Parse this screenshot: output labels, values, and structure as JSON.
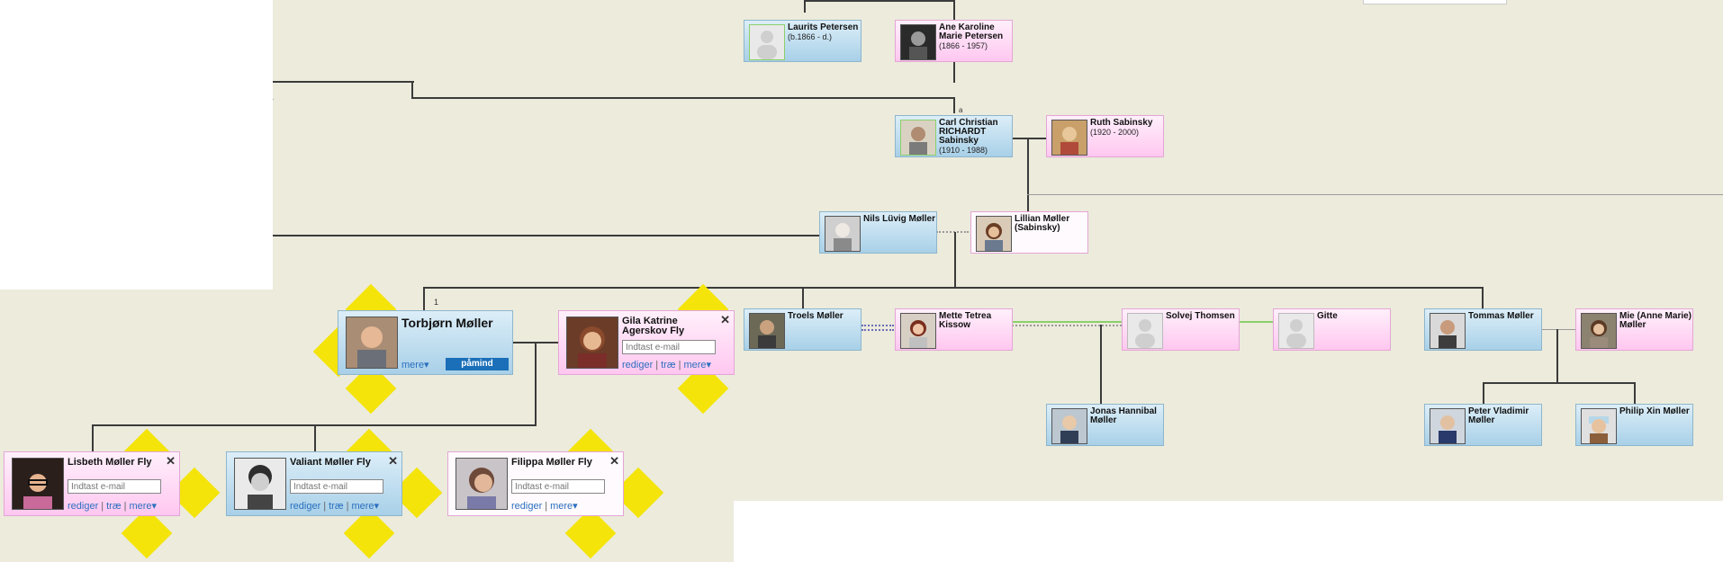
{
  "page_label": "1",
  "couple_label": "a",
  "people": {
    "laurits": {
      "name": "Laurits Petersen",
      "dates": "(b.1866 - d.)"
    },
    "ane": {
      "name": "Ane Karoline Marie Petersen",
      "dates": "(1866 - 1957)"
    },
    "carl": {
      "name": "Carl Christian RICHARDT Sabinsky",
      "dates": "(1910 - 1988)"
    },
    "ruth": {
      "name": "Ruth Sabinsky",
      "dates": "(1920 - 2000)"
    },
    "nils": {
      "name": "Nils Lüvig Møller"
    },
    "lillian": {
      "name": "Lillian Møller (Sabinsky)"
    },
    "troels": {
      "name": "Troels Møller"
    },
    "mette": {
      "name": "Mette Tetrea Kissow"
    },
    "solvej": {
      "name": "Solvej Thomsen"
    },
    "gitte": {
      "name": "Gitte"
    },
    "tommas": {
      "name": "Tommas Møller"
    },
    "mie": {
      "name": "Mie (Anne Marie) Møller"
    },
    "jonas": {
      "name": "Jonas Hannibal Møller"
    },
    "peter": {
      "name": "Peter Vladimir Møller"
    },
    "philip": {
      "name": "Philip Xin Møller"
    },
    "torbjorn": {
      "name": "Torbjørn Møller",
      "more": "mere▾",
      "remind": "påmind"
    },
    "gila": {
      "name": "Gila Katrine Agerskov Fly",
      "email_placeholder": "Indtast e-mail",
      "edit": "rediger",
      "tree": "træ",
      "more": "mere▾"
    },
    "lisbeth": {
      "name": "Lisbeth Møller Fly",
      "email_placeholder": "Indtast e-mail",
      "edit": "rediger",
      "tree": "træ",
      "more": "mere▾"
    },
    "valiant": {
      "name": "Valiant Møller Fly",
      "email_placeholder": "Indtast e-mail",
      "edit": "rediger",
      "tree": "træ",
      "more": "mere▾"
    },
    "filippa": {
      "name": "Filippa Møller Fly",
      "email_placeholder": "Indtast e-mail",
      "edit": "rediger",
      "more": "mere▾"
    }
  },
  "colors": {
    "background": "#ecebdc",
    "male_card": "#a8d0e8",
    "female_card": "#ffc7f0",
    "accent_link": "#2b6fbf",
    "diamond": "#f4e40a"
  },
  "icons": [
    "close-icon",
    "person-silhouette-icon",
    "chevron-down-icon",
    "navigate-diamond-icon"
  ]
}
